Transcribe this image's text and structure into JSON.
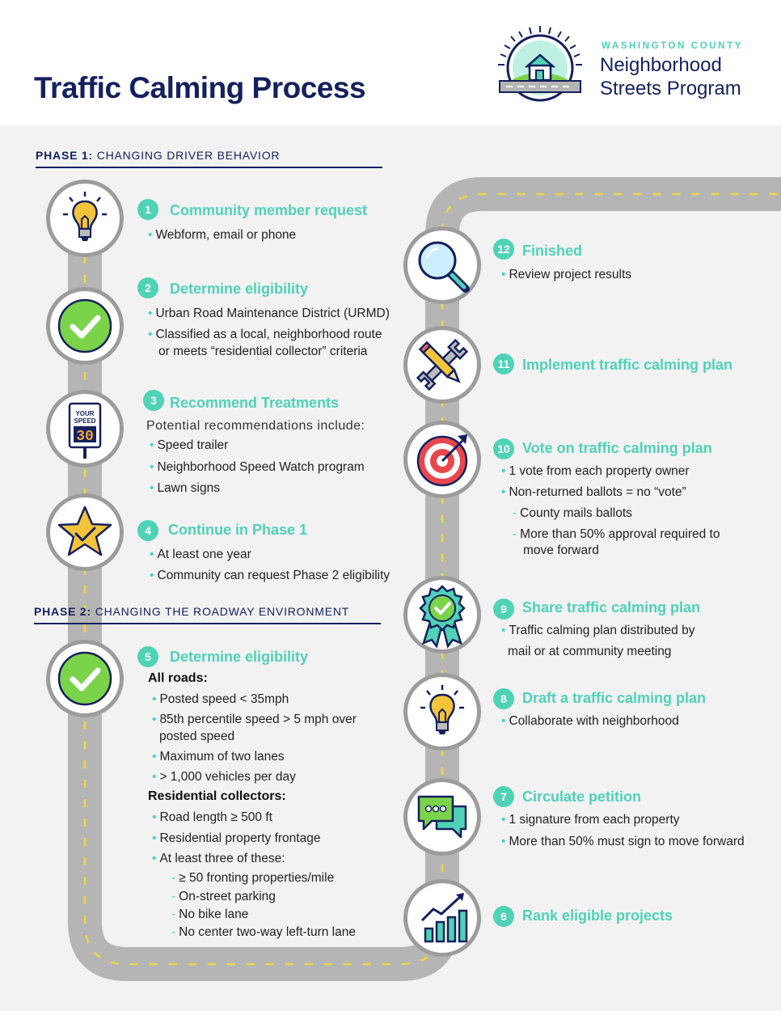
{
  "header": {
    "title": "Traffic Calming Process",
    "logo": {
      "county": "WASHINGTON COUNTY",
      "line1": "Neighborhood",
      "line2": "Streets Program",
      "icon": "house-sun-badge-icon"
    }
  },
  "colors": {
    "navy": "#14205e",
    "teal": "#4fd2b6",
    "road": "#b5b5b5",
    "dash": "#f2d640",
    "ring": "#9c9c9c"
  },
  "phases": {
    "p1": {
      "label": "PHASE 1:",
      "text": "CHANGING DRIVER BEHAVIOR"
    },
    "p2": {
      "label": "PHASE 2:",
      "text": "CHANGING THE ROADWAY ENVIRONMENT"
    }
  },
  "steps": {
    "s1": {
      "num": "1",
      "title": "Community member request",
      "icon": "lightbulb-icon",
      "bullets": [
        "Webform, email or phone"
      ]
    },
    "s2": {
      "num": "2",
      "title": "Determine eligibility",
      "icon": "checkmark-icon",
      "bullets": [
        "Urban Road Maintenance District (URMD)",
        "Classified as a local, neighborhood route",
        "or meets “residential collector” criteria"
      ]
    },
    "s3": {
      "num": "3",
      "title": "Recommend Treatments",
      "icon": "speed-sign-icon",
      "sign_top": "YOUR",
      "sign_mid": "SPEED",
      "sign_val": "30",
      "intro": "Potential recommendations include:",
      "bullets": [
        "Speed trailer",
        "Neighborhood Speed Watch program",
        "Lawn signs"
      ]
    },
    "s4": {
      "num": "4",
      "title": "Continue in Phase 1",
      "icon": "star-icon",
      "bullets": [
        "At least one year",
        "Community can request Phase 2 eligibility"
      ]
    },
    "s5": {
      "num": "5",
      "title": "Determine eligibility",
      "icon": "checkmark-icon",
      "all_roads": "All roads:",
      "bullets_a": [
        "Posted speed < 35mph",
        "85th percentile speed > 5 mph over",
        "posted speed",
        "Maximum of two lanes",
        "> 1,000 vehicles per day"
      ],
      "residential": "Residential collectors:",
      "bullets_b": [
        "Road length ≥ 500 ft",
        "Residential property frontage",
        "At least three of these:"
      ],
      "subs": [
        "≥ 50 fronting properties/mile",
        "On-street parking",
        "No bike lane",
        "No center two-way left-turn lane"
      ]
    },
    "s6": {
      "num": "6",
      "title": "Rank eligible projects",
      "icon": "bar-chart-icon"
    },
    "s7": {
      "num": "7",
      "title": "Circulate petition",
      "icon": "chat-bubbles-icon",
      "bullets": [
        "1 signature from each property",
        "More than 50% must sign to move forward"
      ]
    },
    "s8": {
      "num": "8",
      "title": "Draft a traffic calming plan",
      "icon": "lightbulb-icon",
      "bullets": [
        "Collaborate with neighborhood"
      ]
    },
    "s9": {
      "num": "9",
      "title": "Share traffic calming plan",
      "icon": "award-ribbon-icon",
      "bullets": [
        "Traffic calming plan distributed by",
        "mail or at community meeting"
      ]
    },
    "s10": {
      "num": "10",
      "title": "Vote on traffic calming plan",
      "icon": "target-icon",
      "bullets": [
        "1 vote from each property owner",
        "Non-returned ballots = no “vote”"
      ],
      "subs": [
        "County mails ballots",
        "More than 50% approval required to",
        "move forward"
      ]
    },
    "s11": {
      "num": "11",
      "title": "Implement traffic calming plan",
      "icon": "tools-icon"
    },
    "s12": {
      "num": "12",
      "title": "Finished",
      "icon": "magnifier-icon",
      "bullets": [
        "Review project results"
      ]
    }
  }
}
